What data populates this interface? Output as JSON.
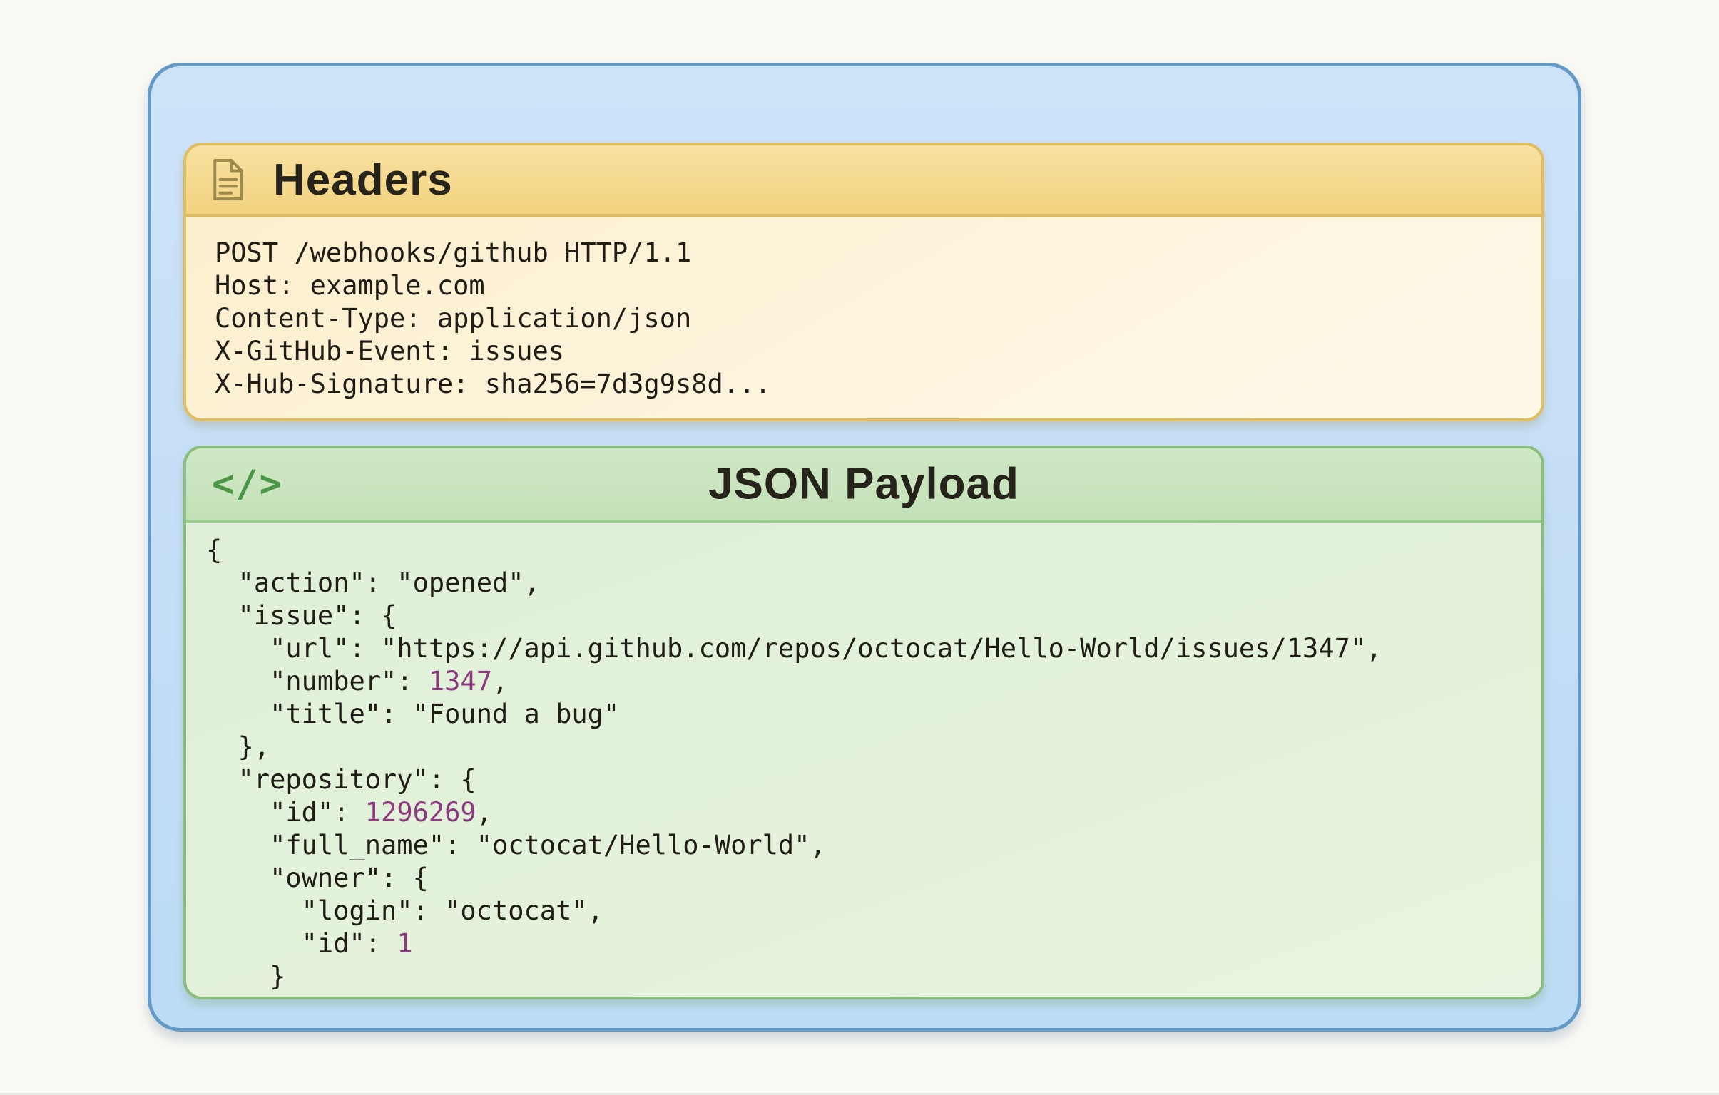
{
  "page": {
    "background": "#faf9f4"
  },
  "request_card": {
    "border_color": "#649ac6",
    "fill_color": "#c6dff7"
  },
  "headers_panel": {
    "title": "Headers",
    "icon": "document-icon",
    "accent_color": "#e0bd61",
    "title_bar_color": "#f5d98f",
    "body_color": "#fcf2d5",
    "lines": [
      "POST /webhooks/github HTTP/1.1",
      "Host: example.com",
      "Content-Type: application/json",
      "X-GitHub-Event: issues",
      "X-Hub-Signature: sha256=7d3g9s8d..."
    ]
  },
  "payload_panel": {
    "title": "JSON Payload",
    "icon": "code-icon",
    "icon_glyph": "</>",
    "accent_color": "#8abd7e",
    "title_bar_color": "#c9e4be",
    "body_color": "#e2f1da",
    "number_color": "#8e3a80",
    "lines": [
      [
        {
          "t": "{"
        }
      ],
      [
        {
          "t": "  \"action\": \"opened\","
        }
      ],
      [
        {
          "t": "  \"issue\": {"
        }
      ],
      [
        {
          "t": "    \"url\": \"https://api.github.com/repos/octocat/Hello-World/issues/1347\","
        }
      ],
      [
        {
          "t": "    \"number\": "
        },
        {
          "t": "1347",
          "c": "num"
        },
        {
          "t": ","
        }
      ],
      [
        {
          "t": "    \"title\": \"Found a bug\""
        }
      ],
      [
        {
          "t": "  },"
        }
      ],
      [
        {
          "t": "  \"repository\": {"
        }
      ],
      [
        {
          "t": "    \"id\": "
        },
        {
          "t": "1296269",
          "c": "num"
        },
        {
          "t": ","
        }
      ],
      [
        {
          "t": "    \"full_name\": \"octocat/Hello-World\","
        }
      ],
      [
        {
          "t": "    \"owner\": {"
        }
      ],
      [
        {
          "t": "      \"login\": \"octocat\","
        }
      ],
      [
        {
          "t": "      \"id\": "
        },
        {
          "t": "1",
          "c": "num"
        }
      ],
      [
        {
          "t": "    }"
        }
      ]
    ]
  }
}
